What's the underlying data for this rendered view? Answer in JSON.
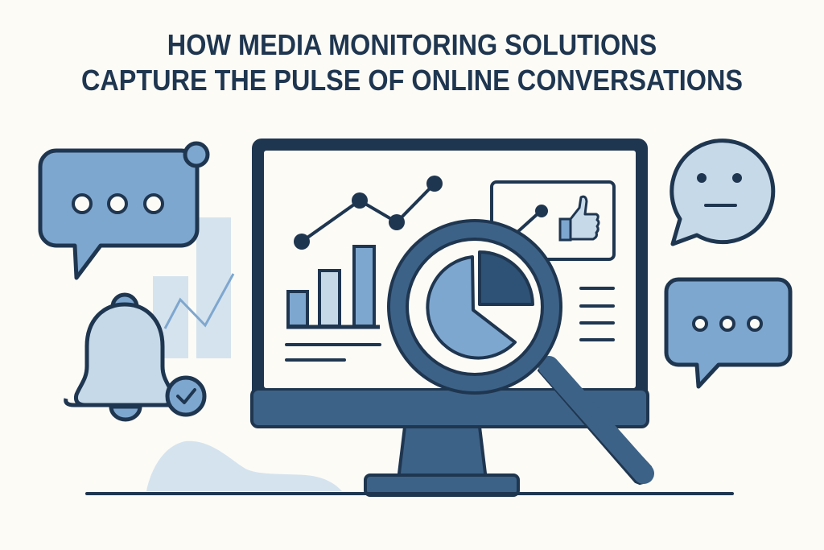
{
  "title": {
    "line1": "HOW MEDIA MONITORING SOLUTIONS",
    "line2": "CAPTURE THE PULSE OF ONLINE CONVERSATIONS"
  },
  "colors": {
    "background": "#fcfbf6",
    "dark_navy": "#1f3650",
    "steel_blue": "#3d6287",
    "medium_blue": "#7ea7cf",
    "light_blue": "#c6d9e8",
    "pale_blue": "#d5e3ee"
  },
  "illustration": {
    "left_icons": [
      "speech-bubble-typing",
      "notification-bell-with-check",
      "background-bar-line-chart"
    ],
    "center": [
      "desktop-monitor-dashboard",
      "line-chart",
      "bar-chart",
      "like-panel",
      "text-lines",
      "magnifying-glass-pie-chart"
    ],
    "right_icons": [
      "neutral-face-speech-bubble",
      "speech-bubble-typing"
    ]
  }
}
